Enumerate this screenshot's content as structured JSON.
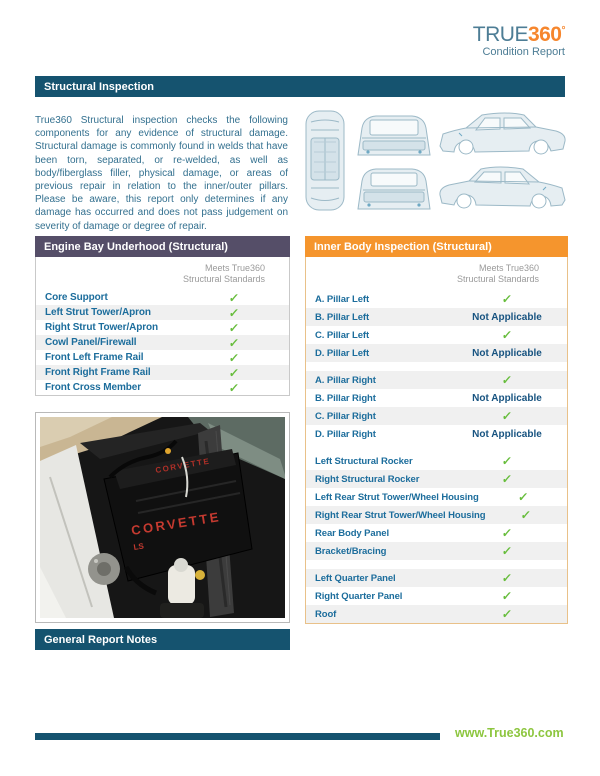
{
  "logo": {
    "true_text": "TRUE",
    "three_sixty_text": "360",
    "degree_symbol": "°",
    "subtitle": "Condition Report"
  },
  "headers": {
    "structural_inspection": "Structural Inspection",
    "general_report_notes": "General Report Notes"
  },
  "intro_paragraph": "True360 Structural inspection checks the following components for any evidence of structural damage. Structural damage is commonly found in welds that have been torn, separated, or re-welded, as well as body/fiberglass filler, physical damage, or areas of previous repair in relation to the inner/outer pillars. Please be aware, this report only determines if any damage has occurred and does not pass judgement on severity of damage or degree of repair.",
  "status_labels": {
    "pass_symbol": "✓",
    "not_applicable": "Not Applicable"
  },
  "engine_bay_table": {
    "title": "Engine Bay Underhood (Structural)",
    "standards_header": "Meets True360\nStructural Standards",
    "rows": [
      {
        "label": "Core Support",
        "status": "pass"
      },
      {
        "label": "Left Strut Tower/Apron",
        "status": "pass"
      },
      {
        "label": "Right Strut Tower/Apron",
        "status": "pass"
      },
      {
        "label": "Cowl Panel/Firewall",
        "status": "pass"
      },
      {
        "label": "Front Left Frame Rail",
        "status": "pass"
      },
      {
        "label": "Front Right Frame Rail",
        "status": "pass"
      },
      {
        "label": "Front Cross Member",
        "status": "pass"
      }
    ]
  },
  "inner_body_table": {
    "title": "Inner Body Inspection (Structural)",
    "standards_header": "Meets True360\nStructural Standards",
    "sections": [
      {
        "rows": [
          {
            "label": "A. Pillar Left",
            "status": "pass"
          },
          {
            "label": "B. Pillar Left",
            "status": "not_applicable"
          },
          {
            "label": "C. Pillar Left",
            "status": "pass"
          },
          {
            "label": "D. Pillar Left",
            "status": "not_applicable"
          }
        ]
      },
      {
        "rows": [
          {
            "label": "A. Pillar Right",
            "status": "pass"
          },
          {
            "label": "B. Pillar Right",
            "status": "not_applicable"
          },
          {
            "label": "C. Pillar Right",
            "status": "pass"
          },
          {
            "label": "D. Pillar Right",
            "status": "not_applicable"
          }
        ]
      },
      {
        "rows": [
          {
            "label": "Left Structural Rocker",
            "status": "pass"
          },
          {
            "label": "Right Structural Rocker",
            "status": "pass"
          },
          {
            "label": "Left Rear Strut Tower/Wheel Housing",
            "status": "pass"
          },
          {
            "label": "Right Rear Strut Tower/Wheel Housing",
            "status": "pass"
          },
          {
            "label": "Rear Body Panel",
            "status": "pass"
          },
          {
            "label": "Bracket/Bracing",
            "status": "pass"
          }
        ]
      },
      {
        "rows": [
          {
            "label": "Left Quarter Panel",
            "status": "pass"
          },
          {
            "label": "Right Quarter Panel",
            "status": "pass"
          },
          {
            "label": "Roof",
            "status": "pass"
          }
        ]
      }
    ]
  },
  "photo": {
    "engine_text": "CORVETTE",
    "engine_text_small": "LS"
  },
  "footer": {
    "website": "www.True360.com"
  },
  "colors": {
    "dark_blue_bar": "#15536F",
    "purple_table_header": "#554E68",
    "orange_table_header": "#F5952D",
    "row_label_blue": "#1C6D9C",
    "not_applicable_blue": "#175380",
    "check_green": "#67BD3C",
    "footer_green": "#8DC63F",
    "logo_blue": "#4D7D95",
    "logo_orange": "#F6862D"
  }
}
